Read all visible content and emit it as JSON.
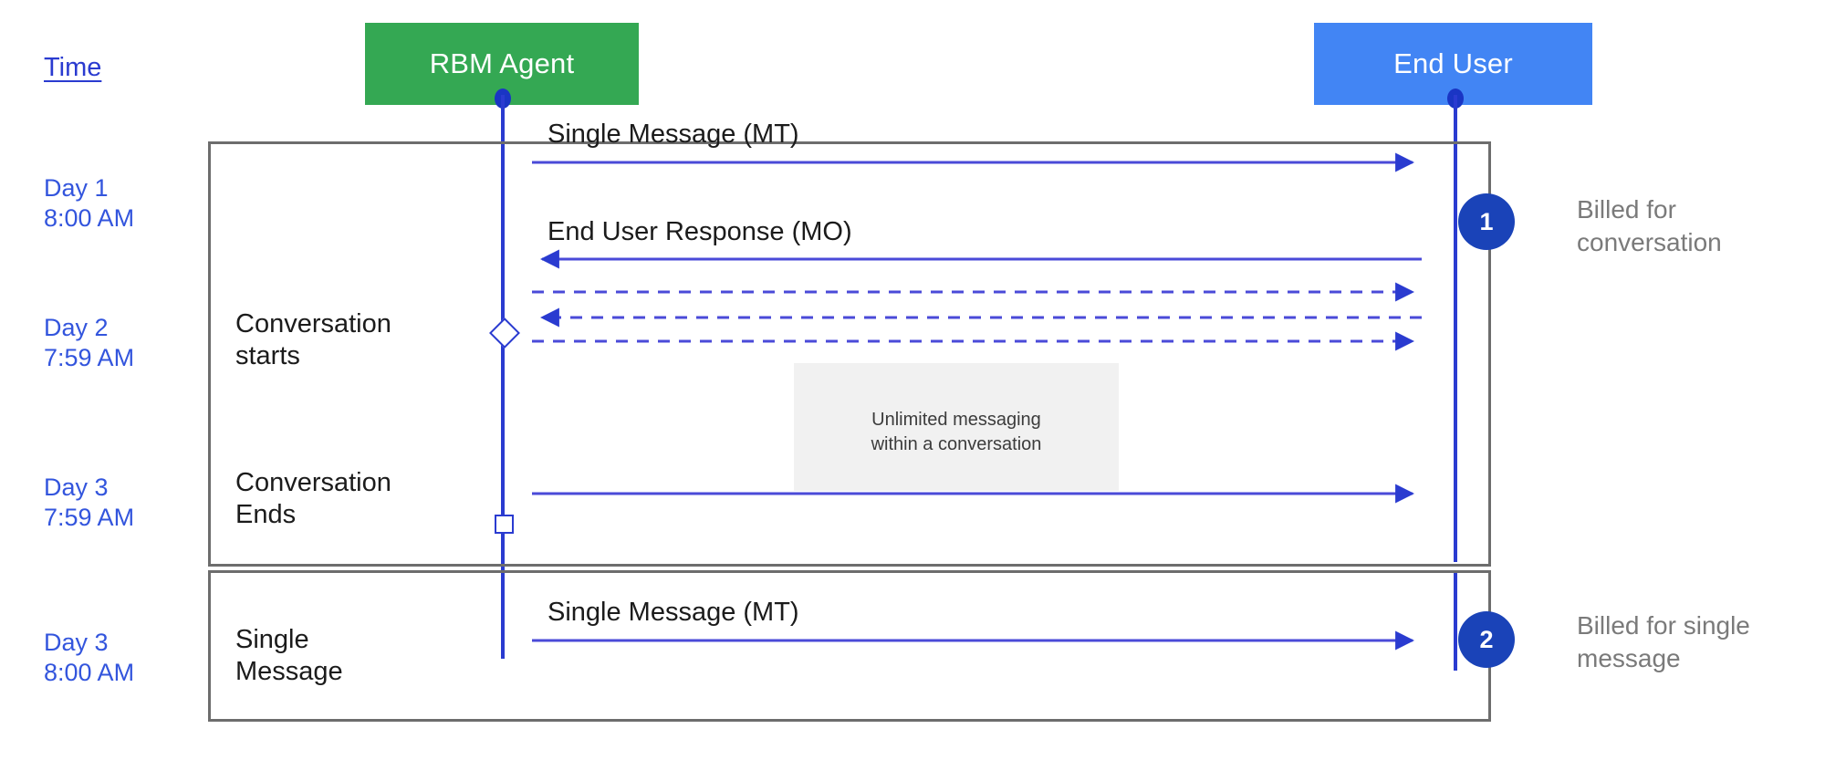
{
  "diagram": {
    "title_column": {
      "label": "Time"
    },
    "actors": [
      {
        "id": "rbm-agent",
        "label": "RBM Agent",
        "color": "#34a853"
      },
      {
        "id": "end-user",
        "label": "End User",
        "color": "#4285f4"
      }
    ],
    "accent_colors": {
      "lifeline_blue": "#2a3bd0",
      "time_text_blue": "#3355dd",
      "badge_blue": "#1a43b8",
      "frame_gray": "#6d6d6d",
      "note_gray": "#f1f1f1",
      "side_label_gray": "#7a7a7a"
    },
    "time_labels": [
      {
        "id": "t1",
        "text": "Day 1\n8:00 AM"
      },
      {
        "id": "t2",
        "text": "Day 2\n7:59 AM"
      },
      {
        "id": "t3",
        "text": "Day 3\n7:59 AM"
      },
      {
        "id": "t4",
        "text": "Day 3\n8:00 AM"
      }
    ],
    "lane_labels": [
      {
        "id": "l1",
        "text": "Conversation\nstarts"
      },
      {
        "id": "l2",
        "text": "Conversation\nEnds"
      },
      {
        "id": "l3",
        "text": "Single\nMessage"
      }
    ],
    "messages": [
      {
        "id": "m1",
        "label": "Single Message (MT)",
        "direction": "agent-to-user",
        "style": "solid"
      },
      {
        "id": "m2",
        "label": "End User Response (MO)",
        "direction": "user-to-agent",
        "style": "solid"
      },
      {
        "id": "m3",
        "label": "",
        "direction": "agent-to-user",
        "style": "dashed"
      },
      {
        "id": "m4",
        "label": "",
        "direction": "user-to-agent",
        "style": "dashed"
      },
      {
        "id": "m5",
        "label": "",
        "direction": "agent-to-user",
        "style": "dashed"
      },
      {
        "id": "m6",
        "label": "",
        "direction": "agent-to-user",
        "style": "solid"
      },
      {
        "id": "m7",
        "label": "Single Message (MT)",
        "direction": "agent-to-user",
        "style": "solid"
      }
    ],
    "note": {
      "text": "Unlimited messaging\nwithin a conversation"
    },
    "billing": [
      {
        "id": "b1",
        "number": "1",
        "text": "Billed for\nconversation"
      },
      {
        "id": "b2",
        "number": "2",
        "text": "Billed for single\nmessage"
      }
    ]
  },
  "chart_data": {
    "type": "table",
    "title": "RBM conversation billing timeline",
    "categories": [
      "Day 1 8:00 AM",
      "Day 2 7:59 AM",
      "Day 3 7:59 AM",
      "Day 3 8:00 AM"
    ],
    "series": [
      {
        "name": "events",
        "values": [
          "Single Message (MT) sent from RBM Agent to End User",
          "End User Response (MO); Conversation starts; unlimited messaging within a conversation",
          "Conversation Ends",
          "Single Message (MT) — billed for single message"
        ]
      }
    ],
    "legend": [
      "1 - Billed for conversation",
      "2 - Billed for single message"
    ]
  }
}
